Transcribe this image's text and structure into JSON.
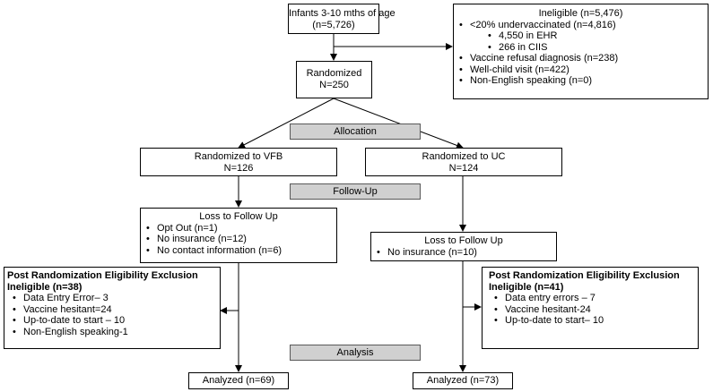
{
  "enrollment": {
    "line1": "Infants 3-10 mths of age",
    "line2": "(n=5,726)"
  },
  "ineligible": {
    "title": "Ineligible (n=5,476)",
    "items": [
      "<20% undervaccinated (n=4,816)",
      "4,550 in EHR",
      "266 in CIIS",
      "Vaccine refusal diagnosis (n=238)",
      "Well-child visit (n=422)",
      "Non-English speaking (n=0)"
    ]
  },
  "randomized": {
    "line1": "Randomized",
    "line2": "N=250"
  },
  "stages": {
    "allocation": "Allocation",
    "follow_up": "Follow-Up",
    "analysis": "Analysis"
  },
  "vfb": {
    "line1": "Randomized to VFB",
    "line2": "N=126"
  },
  "uc": {
    "line1": "Randomized to UC",
    "line2": "N=124"
  },
  "loss_vfb": {
    "title": "Loss to Follow Up",
    "items": [
      "Opt Out (n=1)",
      "No insurance (n=12)",
      "No contact information (n=6)"
    ]
  },
  "loss_uc": {
    "title": "Loss to Follow Up",
    "items": [
      "No insurance (n=10)"
    ]
  },
  "exclusion_vfb": {
    "title": "Post Randomization Eligibility Exclusion",
    "subtitle": "Ineligible (n=38)",
    "items": [
      "Data Entry Error– 3",
      "Vaccine hesitant=24",
      "Up-to-date to start – 10",
      "Non-English speaking-1"
    ]
  },
  "exclusion_uc": {
    "title": "Post Randomization Eligibility Exclusion",
    "subtitle": "Ineligible (n=41)",
    "items": [
      "Data entry errors – 7",
      "Vaccine hesitant-24",
      "Up-to-date to start– 10"
    ]
  },
  "analyzed_vfb": "Analyzed (n=69)",
  "analyzed_uc": "Analyzed (n=73)"
}
